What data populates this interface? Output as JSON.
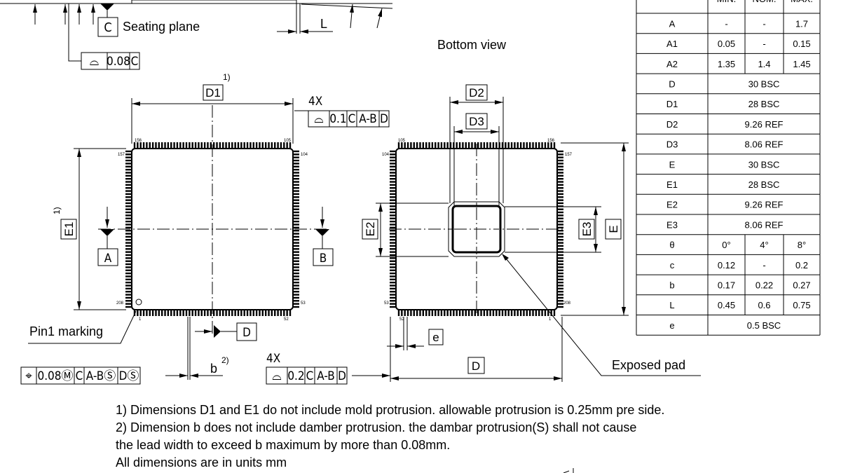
{
  "labels": {
    "seating_plane": "Seating plane",
    "datum_c": "C",
    "L": "L",
    "bottom_view": "Bottom view",
    "D1": "D1",
    "D1_note": "1)",
    "E1": "E1",
    "E1_note": "1)",
    "D2": "D2",
    "D3": "D3",
    "E2": "E2",
    "E3": "E3",
    "E": "E",
    "D": "D",
    "e": "e",
    "datum_a": "A",
    "datum_b": "B",
    "datum_d": "D",
    "pin1_marking": "Pin1 marking",
    "b": "b",
    "b_note": "2)",
    "exposed_pad": "Exposed pad",
    "four_x_top": "4X",
    "four_x_bottom": "4X"
  },
  "fcf": {
    "flatness_top": [
      "⌓",
      "0.08",
      "C"
    ],
    "profile_top": [
      "⌓",
      "0.1",
      "C",
      "A-B",
      "D"
    ],
    "position": [
      "⌖",
      "0.08Ⓜ",
      "C",
      "A-BⓈ",
      "DⓈ"
    ],
    "profile_bottom": [
      "⌓",
      "0.2",
      "C",
      "A-B",
      "D"
    ]
  },
  "pins": {
    "top_view": {
      "tl": "156",
      "tr": "105",
      "lt": "157",
      "rt": "104",
      "lb": "208",
      "rb": "53",
      "bl": "1",
      "br": "52"
    },
    "bottom_view": {
      "tl": "105",
      "tr": "156",
      "lt": "104",
      "rt": "157",
      "lb": "53",
      "rb": "208",
      "bl": "52",
      "br": "1"
    }
  },
  "table": {
    "headers": [
      "",
      "MIN.",
      "NOM.",
      "MAX."
    ],
    "rows": [
      {
        "sym": "A",
        "min": "-",
        "nom": "-",
        "max": "1.7"
      },
      {
        "sym": "A1",
        "min": "0.05",
        "nom": "-",
        "max": "0.15"
      },
      {
        "sym": "A2",
        "min": "1.35",
        "nom": "1.4",
        "max": "1.45"
      },
      {
        "sym": "D",
        "span": "30 BSC"
      },
      {
        "sym": "D1",
        "span": "28 BSC"
      },
      {
        "sym": "D2",
        "span": "9.26 REF"
      },
      {
        "sym": "D3",
        "span": "8.06 REF"
      },
      {
        "sym": "E",
        "span": "30 BSC"
      },
      {
        "sym": "E1",
        "span": "28 BSC"
      },
      {
        "sym": "E2",
        "span": "9.26 REF"
      },
      {
        "sym": "E3",
        "span": "8.06 REF"
      },
      {
        "sym": "θ",
        "min": "0°",
        "nom": "4°",
        "max": "8°"
      },
      {
        "sym": "c",
        "min": "0.12",
        "nom": "-",
        "max": "0.2"
      },
      {
        "sym": "b",
        "min": "0.17",
        "nom": "0.22",
        "max": "0.27"
      },
      {
        "sym": "L",
        "min": "0.45",
        "nom": "0.6",
        "max": "0.75"
      },
      {
        "sym": "e",
        "span": "0.5 BSC"
      }
    ]
  },
  "notes": [
    "1) Dimensions D1 and E1 do not include mold protrusion. allowable protrusion is 0.25mm pre side.",
    "2) Dimension b does not include damber protrusion. the dambar protrusion(S) shall not cause",
    "the lead width to exceed b maximum by more than 0.08mm.",
    "All dimensions are in units mm"
  ]
}
